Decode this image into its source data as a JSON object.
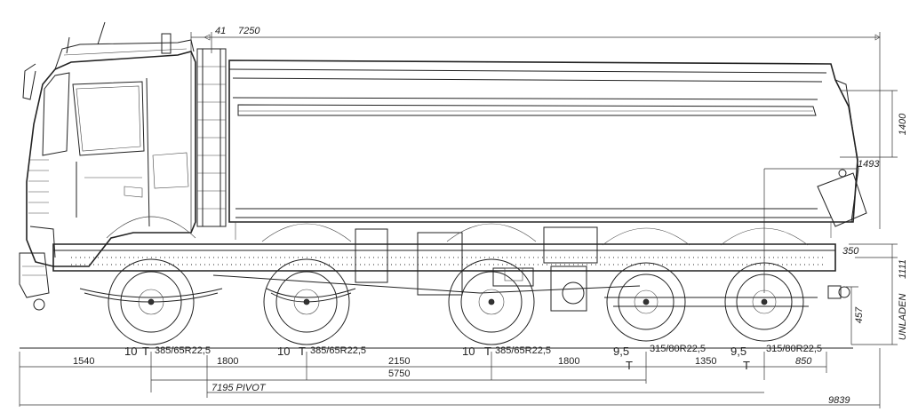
{
  "dimensions": {
    "top_small": "41",
    "top_length": "7250",
    "body_height": "1400",
    "rear_overhang": "1493",
    "frame_height": "1111",
    "unladen": "UNLADEN",
    "rear_frame": "350",
    "hitch_height": "457",
    "rear_end": "850",
    "overall_length": "9839",
    "pivot": "7195 PIVOT",
    "wheelbase_total": "5750",
    "spacings": [
      "1540",
      "1800",
      "2150",
      "1800",
      "1350"
    ]
  },
  "axles": [
    {
      "load": "10",
      "unit": "T",
      "tyre": "385/65R22,5"
    },
    {
      "load": "10",
      "unit": "T",
      "tyre": "385/65R22,5"
    },
    {
      "load": "10",
      "unit": "T",
      "tyre": "385/65R22,5"
    },
    {
      "load": "9,5",
      "unit": "T",
      "tyre": "315/80R22,5"
    },
    {
      "load": "9,5",
      "unit": "T",
      "tyre": "315/80R22,5"
    }
  ]
}
